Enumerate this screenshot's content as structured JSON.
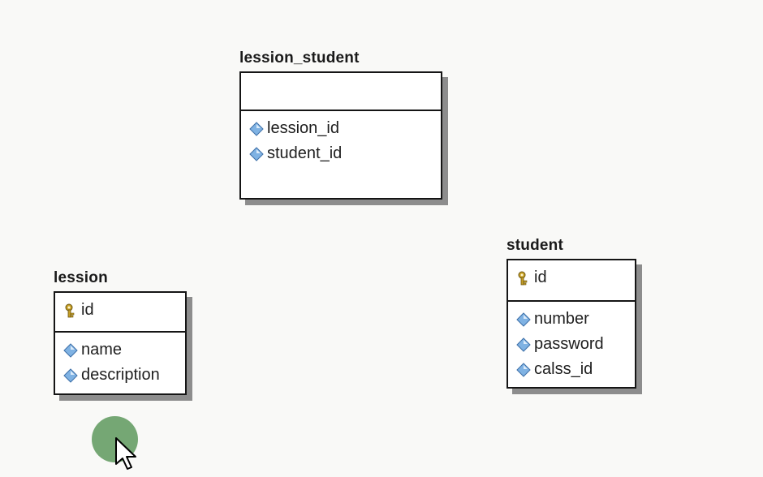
{
  "entities": {
    "lession_student": {
      "title": "lession_student",
      "pk": [],
      "fields": [
        "lession_id",
        "student_id"
      ]
    },
    "lession": {
      "title": "lession",
      "pk": [
        "id"
      ],
      "fields": [
        "name",
        "description"
      ]
    },
    "student": {
      "title": "student",
      "pk": [
        "id"
      ],
      "fields": [
        "number",
        "password",
        "calss_id"
      ]
    }
  },
  "icons": {
    "primary_key": "key-icon",
    "field": "diamond-icon"
  },
  "colors": {
    "diamond": "#7fb2e3",
    "key": "#c9a227",
    "cursor_highlight": "#6ea26d"
  }
}
